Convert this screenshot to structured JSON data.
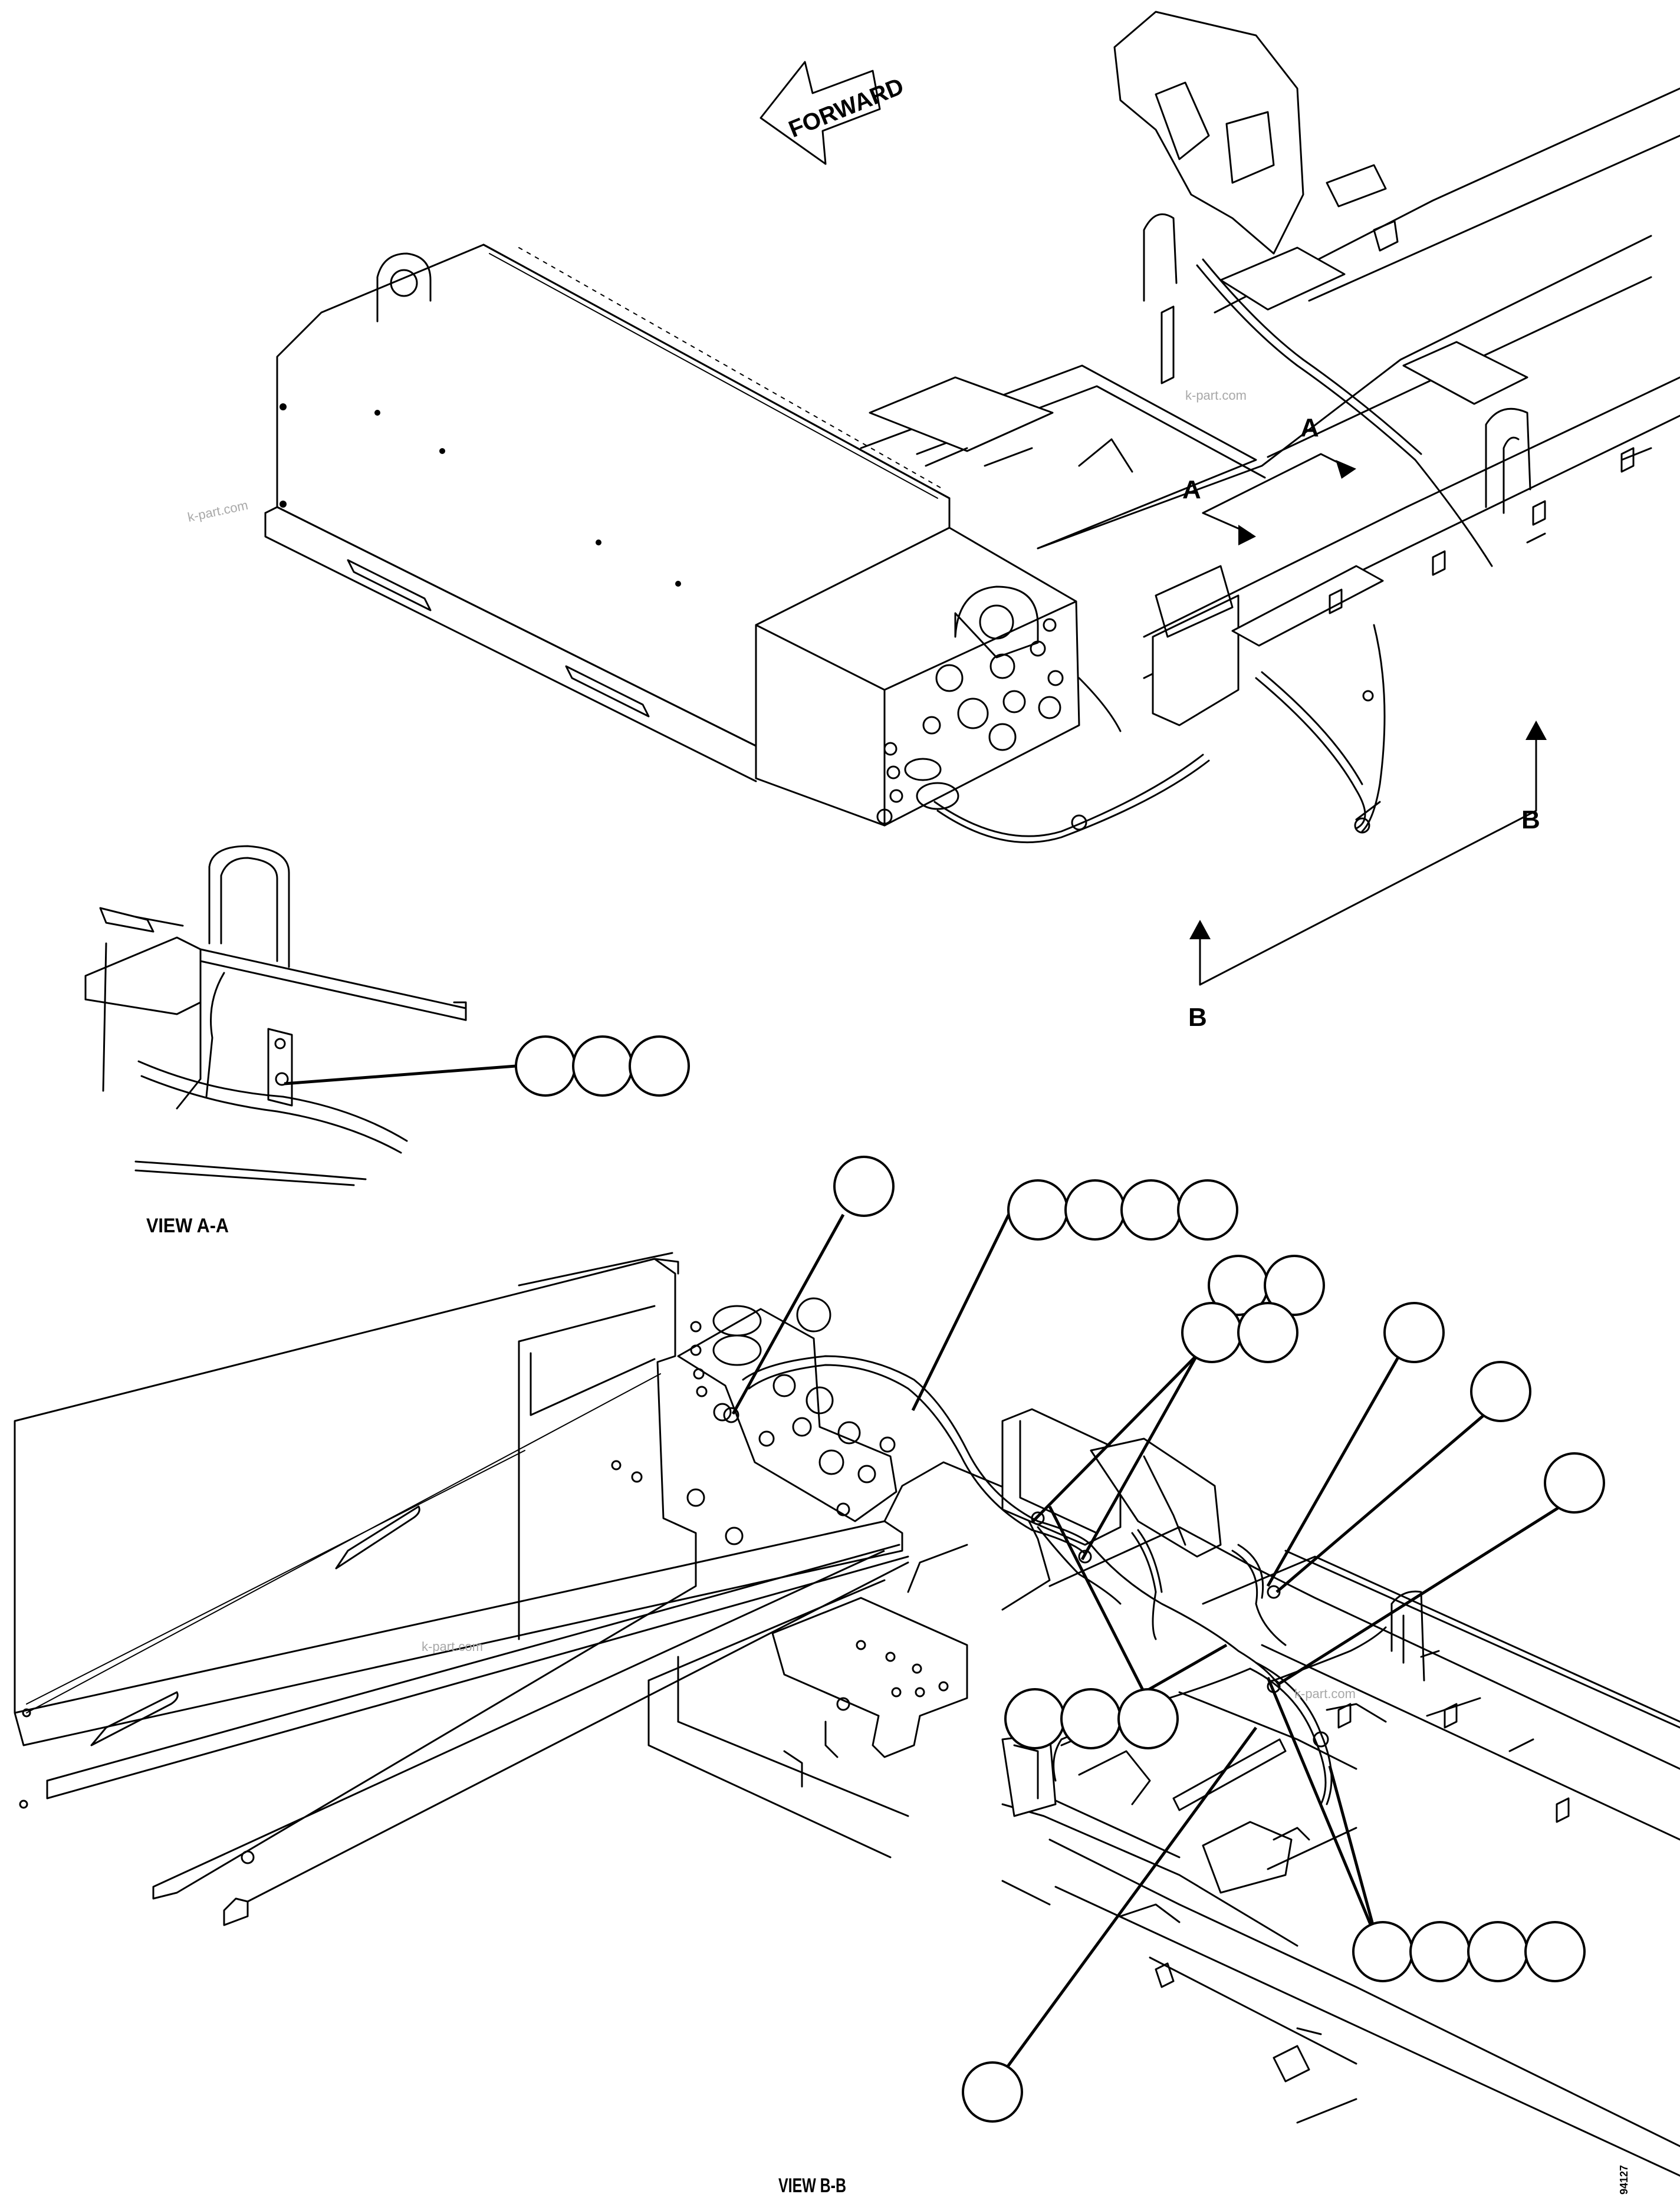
{
  "labels": {
    "forward": "FORWARD",
    "view_aa": "VIEW A-A",
    "view_bb": "VIEW B-B",
    "section_a": "A",
    "section_b": "B",
    "drawing_number": "94127"
  },
  "watermark": "k-part.com",
  "style": {
    "line_color": "#000000",
    "background": "#ffffff",
    "watermark_color": "#a8a8a8"
  }
}
